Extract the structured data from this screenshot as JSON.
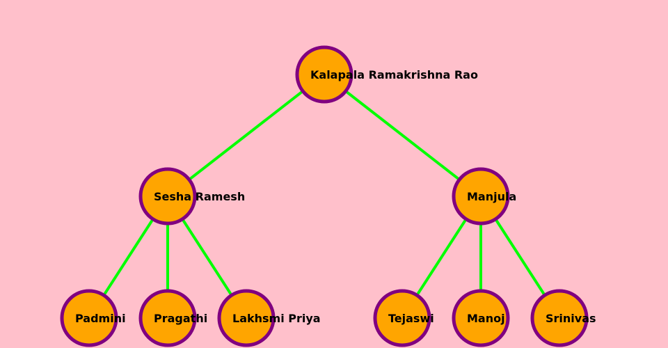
{
  "colors": {
    "background": "#FFC0CB",
    "node_fill": "#FFA500",
    "node_stroke": "#800080",
    "edge": "#00FF00"
  },
  "tree": {
    "name": "Kalapala Ramakrishna Rao",
    "children": [
      {
        "name": "Sesha Ramesh",
        "children": [
          {
            "name": "Padmini"
          },
          {
            "name": "Pragathi"
          },
          {
            "name": "Lakhsmi Priya"
          }
        ]
      },
      {
        "name": "Manjula",
        "children": [
          {
            "name": "Tejaswi"
          },
          {
            "name": "Manoj"
          },
          {
            "name": "Srinivas"
          }
        ]
      }
    ]
  }
}
